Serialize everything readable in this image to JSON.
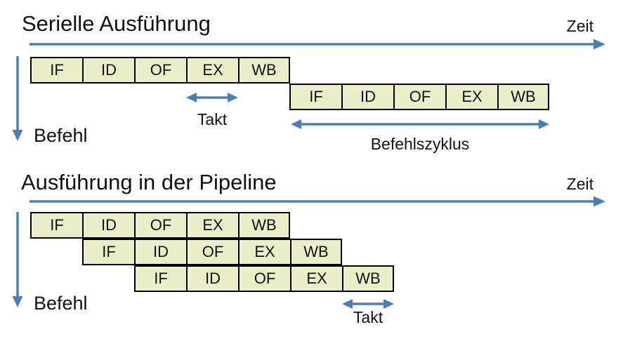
{
  "colors": {
    "accent_blue": "#4A7EBB",
    "stage_fill": "#ECEDC9",
    "stage_border": "#000000"
  },
  "serial": {
    "title": "Serielle Ausführung",
    "time_label": "Zeit",
    "instruction_label": "Befehl",
    "clock_label": "Takt",
    "cycle_label": "Befehlszyklus",
    "instruction1_stages": [
      "IF",
      "ID",
      "OF",
      "EX",
      "WB"
    ],
    "instruction2_stages": [
      "IF",
      "ID",
      "OF",
      "EX",
      "WB"
    ]
  },
  "pipeline": {
    "title": "Ausführung in der Pipeline",
    "time_label": "Zeit",
    "instruction_label": "Befehl",
    "clock_label": "Takt",
    "instruction1_stages": [
      "IF",
      "ID",
      "OF",
      "EX",
      "WB"
    ],
    "instruction2_stages": [
      "IF",
      "ID",
      "OF",
      "EX",
      "WB"
    ],
    "instruction3_stages": [
      "IF",
      "ID",
      "OF",
      "EX",
      "WB"
    ]
  }
}
